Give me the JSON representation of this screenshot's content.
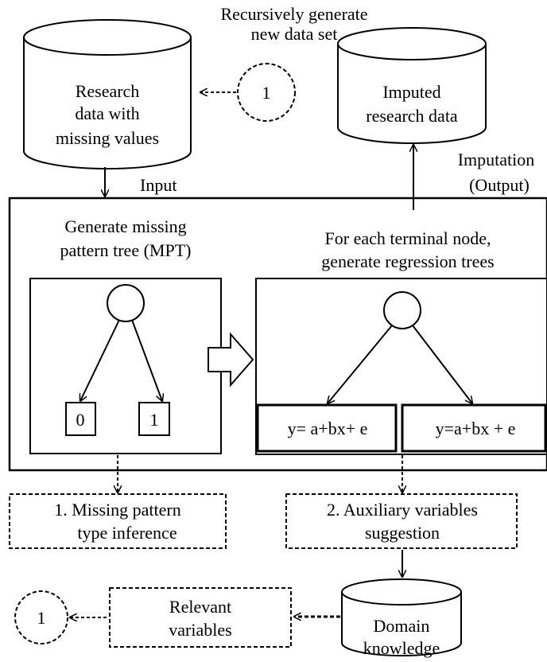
{
  "labels": {
    "recursive_line1": "Recursively generate",
    "recursive_line2": "new data set",
    "research_line1": "Research",
    "research_line2": "data with",
    "research_line3": "missing values",
    "imputed_line1": "Imputed",
    "imputed_line2": "research data",
    "input": "Input",
    "imputation_line1": "Imputation",
    "imputation_line2": "(Output)",
    "mpt_line1": "Generate missing",
    "mpt_line2": "pattern tree (MPT)",
    "regression_line1": "For each terminal node,",
    "regression_line2": "generate regression trees",
    "leaf0": "0",
    "leaf1": "1",
    "equation_left": "y= a+bx+ e",
    "equation_right": "y=a+bx + e",
    "inference_line1": "1. Missing pattern",
    "inference_line2": "type inference",
    "aux_line1": "2. Auxiliary variables",
    "aux_line2": "suggestion",
    "domain_line1": "Domain",
    "domain_line2": "knowledge",
    "relevant_line1": "Relevant",
    "relevant_line2": "variables",
    "connector_top": "1",
    "connector_bottom": "1"
  },
  "colors": {
    "stroke": "#000000",
    "background": "#ffffff"
  }
}
